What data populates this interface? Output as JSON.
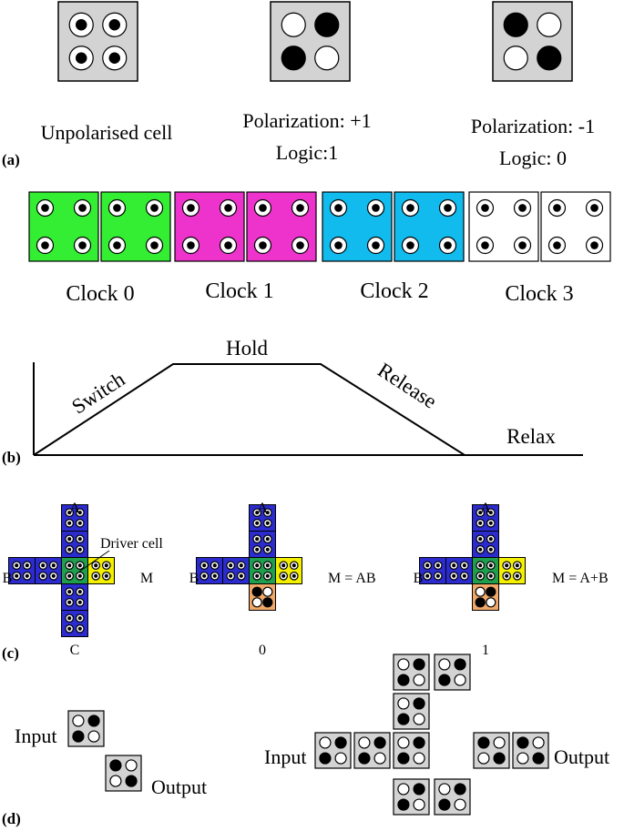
{
  "colors": {
    "grey_cell": "#d3d3d3",
    "clock0": "#33ee33",
    "clock1": "#ee33cc",
    "clock2": "#11bbee",
    "clock3": "#ffffff",
    "blue": "#2b2bcf",
    "green": "#1f9e4e",
    "yellow": "#f4f000",
    "orange": "#f0a868"
  },
  "panel_a": {
    "label": "(a)",
    "cells": [
      {
        "caption": "Unpolarised cell",
        "dots": [
          "ring",
          "ring",
          "ring",
          "ring"
        ]
      },
      {
        "caption": "Polarization: +1",
        "caption2": "Logic:1",
        "dots": [
          "empty",
          "filled",
          "filled",
          "empty"
        ]
      },
      {
        "caption": "Polarization: -1",
        "caption2": "Logic: 0",
        "dots": [
          "filled",
          "empty",
          "empty",
          "filled"
        ]
      }
    ],
    "clocks": [
      {
        "label": "Clock 0",
        "color_key": "clock0"
      },
      {
        "label": "Clock 1",
        "color_key": "clock1"
      },
      {
        "label": "Clock 2",
        "color_key": "clock2"
      },
      {
        "label": "Clock 3",
        "color_key": "clock3"
      }
    ]
  },
  "panel_b": {
    "label": "(b)",
    "phases": [
      "Switch",
      "Hold",
      "Release",
      "Relax"
    ]
  },
  "panel_c": {
    "label": "(c)",
    "gates": [
      {
        "top": "A",
        "left": "B",
        "right": "M",
        "bottom": "C",
        "annotation": "Driver cell",
        "bottom_type": "blue",
        "bottom_dots": [
          "ring",
          "ring",
          "ring",
          "ring"
        ]
      },
      {
        "top": "A",
        "left": "B",
        "right": "M = AB",
        "bottom": "0",
        "annotation": "",
        "bottom_type": "orange",
        "bottom_dots": [
          "filled",
          "empty",
          "empty",
          "filled"
        ]
      },
      {
        "top": "A",
        "left": "B",
        "right": "M = A+B",
        "bottom": "1",
        "annotation": "",
        "bottom_type": "orange",
        "bottom_dots": [
          "empty",
          "filled",
          "filled",
          "empty"
        ]
      }
    ]
  },
  "panel_d": {
    "label": "(d)",
    "diagonal": {
      "input": "Input",
      "output": "Output"
    },
    "inverter": {
      "input": "Input",
      "output": "Output"
    }
  }
}
